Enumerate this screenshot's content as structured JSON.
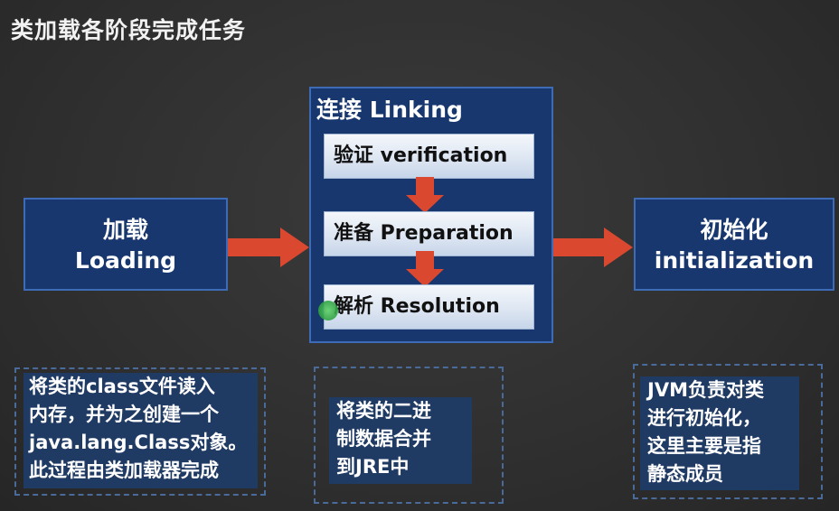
{
  "title": "类加载各阶段完成任务",
  "loading": {
    "line1": "加载",
    "line2": "Loading"
  },
  "linking": {
    "title": "连接 Linking",
    "steps": [
      "验证 verification",
      "准备 Preparation",
      "解析 Resolution"
    ]
  },
  "initialization": {
    "line1": "初始化",
    "line2": "initialization"
  },
  "notes": {
    "loading": [
      "将类的class文件读入",
      "内存，并为之创建一个",
      "java.lang.Class对象。",
      "此过程由类加载器完成"
    ],
    "linking": [
      "将类的二进",
      "制数据合并",
      "到JRE中"
    ],
    "initialization": [
      "JVM负责对类",
      "进行初始化，",
      "这里主要是指",
      "静态成员"
    ]
  },
  "colors": {
    "box": "#17376e",
    "border": "#3e6bb5",
    "arrow": "#d9482f",
    "note": "#1f3a63"
  }
}
